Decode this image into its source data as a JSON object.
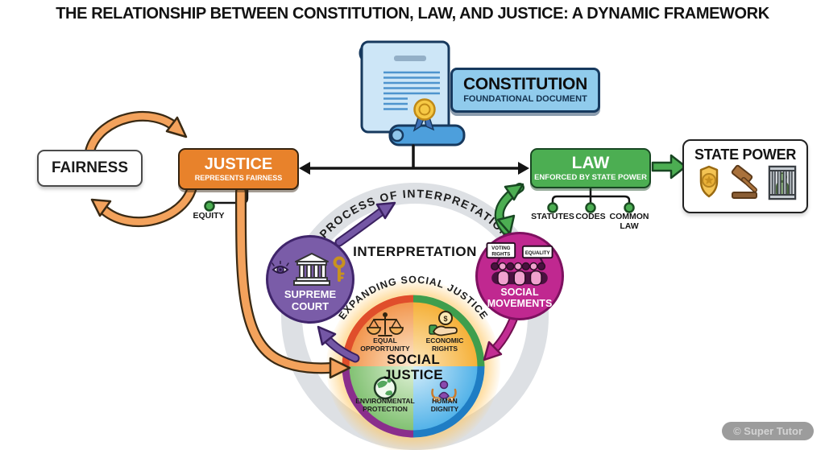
{
  "title": "THE RELATIONSHIP BETWEEN CONSTITUTION, LAW, AND JUSTICE: A DYNAMIC FRAMEWORK",
  "constitution": {
    "title": "CONSTITUTION",
    "subtitle": "FOUNDATIONAL DOCUMENT",
    "icon": "scroll-document-with-seal-icon"
  },
  "fairness": {
    "label": "FAIRNESS"
  },
  "justice": {
    "title": "JUSTICE",
    "subtitle": "REPRESENTS FAIRNESS"
  },
  "equity": {
    "label": "EQUITY"
  },
  "law": {
    "title": "LAW",
    "subtitle": "ENFORCED BY STATE POWER",
    "sources": [
      "STATUTES",
      "CODES",
      "COMMON LAW"
    ]
  },
  "state_power": {
    "title": "STATE POWER",
    "icons": [
      "police-badge-icon",
      "gavel-icon",
      "jail-cell-icon"
    ]
  },
  "interpretation": {
    "arc_label": "PROCESS OF INTERPRETATION",
    "center_label": "INTERPRETATION"
  },
  "supreme_court": {
    "line1": "SUPREME",
    "line2": "COURT",
    "icons": [
      "eye-icon",
      "courthouse-icon",
      "key-icon"
    ]
  },
  "social_movements": {
    "line1": "SOCIAL",
    "line2": "MOVEMENTS",
    "signs": [
      {
        "line1": "VOTING",
        "line2": "RIGHTS"
      },
      {
        "line1": "EQUALITY"
      }
    ],
    "icon": "protest-crowd-icon"
  },
  "social_justice": {
    "arc_label": "EXPANDING SOCIAL JUSTICE",
    "center_line1": "SOCIAL",
    "center_line2": "JUSTICE",
    "quadrants": [
      {
        "label": "EQUAL OPPORTUNITY",
        "icon": "scales-icon"
      },
      {
        "label": "ECONOMIC RIGHTS",
        "icon": "hand-dollar-icon"
      },
      {
        "label": "ENVIRONMENTAL PROTECTION",
        "icon": "globe-icon"
      },
      {
        "label": "HUMAN DIGNITY",
        "icon": "hands-holding-person-icon"
      }
    ]
  },
  "watermark": "© Super Tutor",
  "colors": {
    "justice_orange": "#E8822B",
    "law_green": "#4CAE52",
    "constitution_blue": "#90CBEC",
    "supreme_purple": "#7A5CA8",
    "movements_magenta": "#C02890",
    "ring_gray": "#DDE0E4",
    "quad_ring_red": "#E04E2B",
    "quad_ring_green": "#3F9E4D",
    "quad_ring_purple": "#8A2E8C",
    "quad_ring_blue": "#1F7DC4",
    "arrow_orange": "#F3A25C",
    "dot_green": "#4CAE52"
  }
}
